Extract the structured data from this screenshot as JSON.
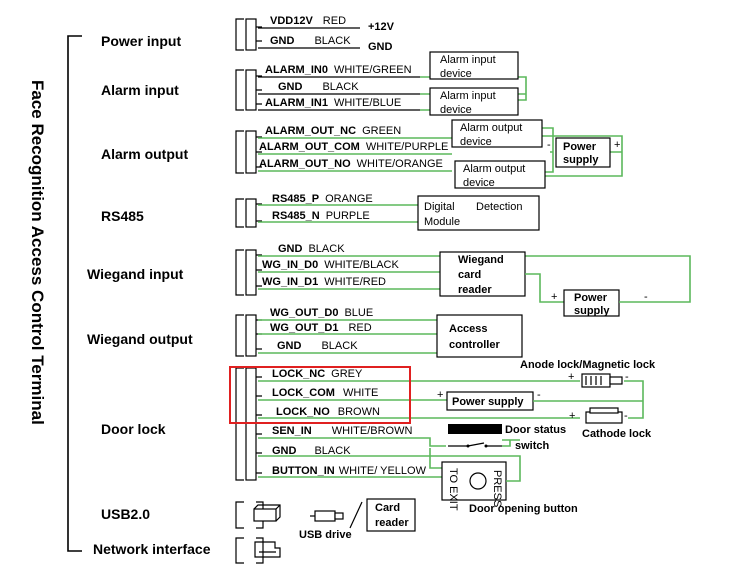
{
  "title": "Face Recognition Access Control Terminal",
  "groups": {
    "power_input": "Power input",
    "alarm_input": "Alarm input",
    "alarm_output": "Alarm output",
    "rs485": "RS485",
    "wiegand_input": "Wiegand input",
    "wiegand_output": "Wiegand output",
    "door_lock": "Door lock",
    "usb": "USB2.0",
    "network": "Network interface"
  },
  "pins": {
    "vdd12v": {
      "pin": "VDD12V",
      "wire": "RED"
    },
    "gnd_power": {
      "pin": "GND",
      "wire": "BLACK"
    },
    "alarm_in0": {
      "pin": "ALARM_IN0",
      "wire": "WHITE/GREEN"
    },
    "gnd_alarm": {
      "pin": "GND",
      "wire": "BLACK"
    },
    "alarm_in1": {
      "pin": "ALARM_IN1",
      "wire": "WHITE/BLUE"
    },
    "alarm_out_nc": {
      "pin": "ALARM_OUT_NC",
      "wire": "GREEN"
    },
    "alarm_out_com": {
      "pin": "ALARM_OUT_COM",
      "wire": "WHITE/PURPLE"
    },
    "alarm_out_no": {
      "pin": "ALARM_OUT_NO",
      "wire": "WHITE/ORANGE"
    },
    "rs485_p": {
      "pin": "RS485_P",
      "wire": "ORANGE"
    },
    "rs485_n": {
      "pin": "RS485_N",
      "wire": "PURPLE"
    },
    "gnd_wg_in": {
      "pin": "GND",
      "wire": "BLACK"
    },
    "wg_in_d0": {
      "pin": "WG_IN_D0",
      "wire": "WHITE/BLACK"
    },
    "wg_in_d1": {
      "pin": "WG_IN_D1",
      "wire": "WHITE/RED"
    },
    "wg_out_d0": {
      "pin": "WG_OUT_D0",
      "wire": "BLUE"
    },
    "wg_out_d1": {
      "pin": "WG_OUT_D1",
      "wire": "RED"
    },
    "gnd_wg_out": {
      "pin": "GND",
      "wire": "BLACK"
    },
    "lock_nc": {
      "pin": "LOCK_NC",
      "wire": "GREY"
    },
    "lock_com": {
      "pin": "LOCK_COM",
      "wire": "WHITE"
    },
    "lock_no": {
      "pin": "LOCK_NO",
      "wire": "BROWN"
    },
    "sen_in": {
      "pin": "SEN_IN",
      "wire": "WHITE/BROWN"
    },
    "gnd_door": {
      "pin": "GND",
      "wire": "BLACK"
    },
    "button_in": {
      "pin": "BUTTON_IN",
      "wire": "WHITE/ YELLOW"
    }
  },
  "notes": {
    "plus12v": "+12V",
    "gnd": "GND"
  },
  "devices": {
    "alarm_input_device": [
      "Alarm input",
      "device"
    ],
    "alarm_output_device": [
      "Alarm output",
      "device"
    ],
    "power_supply": [
      "Power",
      "supply"
    ],
    "power_supply_lock": "Power supply",
    "rs485_module": [
      "Digital",
      "Detection",
      "Module"
    ],
    "wiegand_card_reader": [
      "Wiegand",
      "card",
      "reader"
    ],
    "access_controller": [
      "Access",
      "controller"
    ],
    "anode_lock": "Anode lock/Magnetic lock",
    "cathode_lock": "Cathode lock",
    "door_status_switch": [
      "Door status",
      "switch"
    ],
    "door_opening_button": "Door opening button",
    "button_face": [
      "TO EXIT",
      "PRESS"
    ],
    "usb_drive": "USB drive",
    "card_reader": [
      "Card",
      "reader"
    ]
  },
  "signs": {
    "plus": "+",
    "minus": "-"
  },
  "colors": {
    "wire": "#5cb85c",
    "highlight": "#e02020"
  }
}
